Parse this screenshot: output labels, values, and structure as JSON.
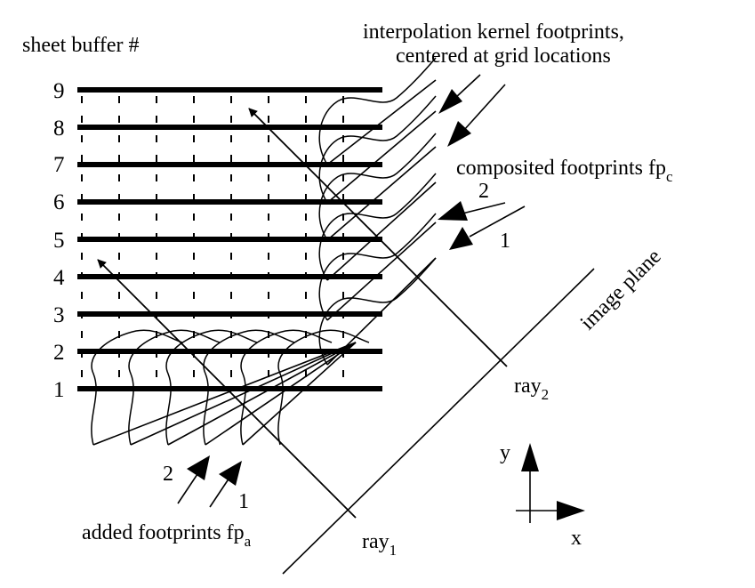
{
  "header": {
    "sheet_buffer_label": "sheet buffer #"
  },
  "sheet_numbers": [
    "9",
    "8",
    "7",
    "6",
    "5",
    "4",
    "3",
    "2",
    "1"
  ],
  "annotations": {
    "kernel_line1": "interpolation kernel footprints,",
    "kernel_line2": "centered at grid locations",
    "composited_main": "composited footprints fp",
    "composited_sub": "c",
    "composited_num2": "2",
    "composited_num1": "1",
    "added_main": "added footprints fp",
    "added_sub": "a",
    "added_num2": "2",
    "added_num1": "1",
    "image_plane": "image plane",
    "ray1_main": "ray",
    "ray1_sub": "1",
    "ray2_main": "ray",
    "ray2_sub": "2",
    "axis_x": "x",
    "axis_y": "y"
  }
}
